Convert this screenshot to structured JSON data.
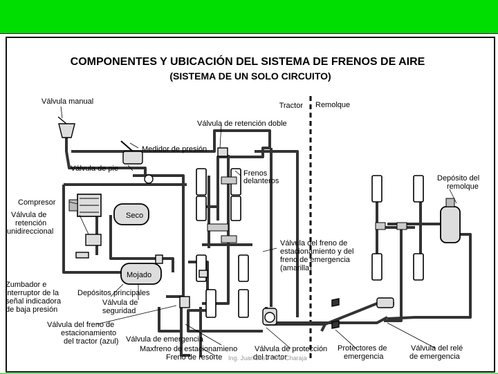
{
  "title": "COMPONENTES Y UBICACIÓN DEL SISTEMA DE FRENOS DE AIRE",
  "subtitle": "(SISTEMA DE UN SOLO CIRCUITO)",
  "sections": {
    "tractor": "Tractor",
    "trailer": "Remolque"
  },
  "labels": {
    "manual_valve": "Válvula manual",
    "double_check_valve": "Válvula de retención doble",
    "pressure_gauge": "Medidor de presión",
    "foot_valve": "Válvula de pie",
    "front_brakes": [
      "Frenos",
      "delanteros"
    ],
    "trailer_tank": [
      "Depósito del",
      "remolque"
    ],
    "compressor": "Compresor",
    "one_way_check": [
      "Válvula de",
      "retención",
      "unidireccional"
    ],
    "dry_tank": "Seco",
    "wet_tank": "Mojado",
    "parking_valve_trailer": [
      "Válvula del freno de",
      "estacionamiento y del",
      "freno de emergencia",
      "(amarilla)"
    ],
    "buzzer": [
      "Zumbador e",
      "interruptor de la",
      "señal indicadora",
      "de baja presión"
    ],
    "main_tanks": "Depósitos principales",
    "safety_valve": [
      "Válvula de",
      "seguridad"
    ],
    "tractor_parking_valve": [
      "Válvula del freno de",
      "estacionamiento",
      "del tractor (azul)"
    ],
    "emergency_valve": "Válvula de emergencia",
    "spring_brake": [
      "Maxfreno de estacionamieno",
      "Freno de resorte"
    ],
    "tractor_protection": [
      "Válvula de protección",
      "del tractor"
    ],
    "emergency_protectors": [
      "Protectores de",
      "emergencia"
    ],
    "relay_valve": [
      "Válvula del relé",
      "de emergencia"
    ]
  },
  "footer": "Ing. Juan José Nina Charaja"
}
